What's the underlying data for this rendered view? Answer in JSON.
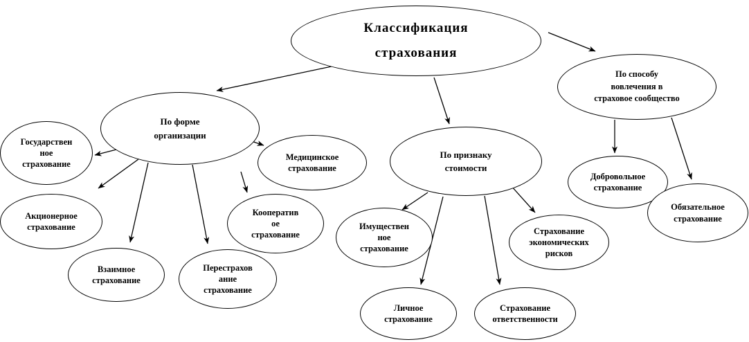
{
  "diagram": {
    "title": "Классификация страхования",
    "colors": {
      "stroke": "#000000",
      "fill": "#ffffff"
    },
    "nodes": {
      "root": "Классификация\nстрахования",
      "po_forme": "По форме\nорганизации",
      "po_priznaku": "По признаку\nстоимости",
      "po_sposobu": "По способу\nвовлечения в\nстраховое сообщество",
      "gosudarstvennoe": "Государствен\nное\nстрахование",
      "medicinskoe": "Медицинское\nстрахование",
      "akcionernoe": "Акционерное\nстрахование",
      "kooperativnoe": "Кооператив\nое\nстрахование",
      "vzaimnoe": "Взаимное\nстрахование",
      "perestrahovanie": "Перестрахов\nание\nстрахование",
      "imushchestvennoe": "Имуществен\nное\nстрахование",
      "ekonomicheskie_riski": "Страхование\nэкономических\nрисков",
      "lichnoe": "Личное\nстрахование",
      "otvetstvennosti": "Страхование\nответственности",
      "dobrovolnoe": "Добровольное\nстрахование",
      "obyazatelnoe": "Обязательное\nстрахование"
    },
    "edges": [
      {
        "from": "root",
        "to": "po_forme"
      },
      {
        "from": "root",
        "to": "po_priznaku"
      },
      {
        "from": "root",
        "to": "po_sposobu"
      },
      {
        "from": "po_forme",
        "to": "gosudarstvennoe"
      },
      {
        "from": "po_forme",
        "to": "akcionernoe"
      },
      {
        "from": "po_forme",
        "to": "vzaimnoe"
      },
      {
        "from": "po_forme",
        "to": "perestrahovanie"
      },
      {
        "from": "po_forme",
        "to": "medicinskoe"
      },
      {
        "from": "po_forme",
        "to": "kooperativnoe"
      },
      {
        "from": "po_priznaku",
        "to": "imushchestvennoe"
      },
      {
        "from": "po_priznaku",
        "to": "lichnoe"
      },
      {
        "from": "po_priznaku",
        "to": "otvetstvennosti"
      },
      {
        "from": "po_priznaku",
        "to": "ekonomicheskie_riski"
      },
      {
        "from": "po_sposobu",
        "to": "dobrovolnoe"
      },
      {
        "from": "po_sposobu",
        "to": "obyazatelnoe"
      }
    ]
  }
}
